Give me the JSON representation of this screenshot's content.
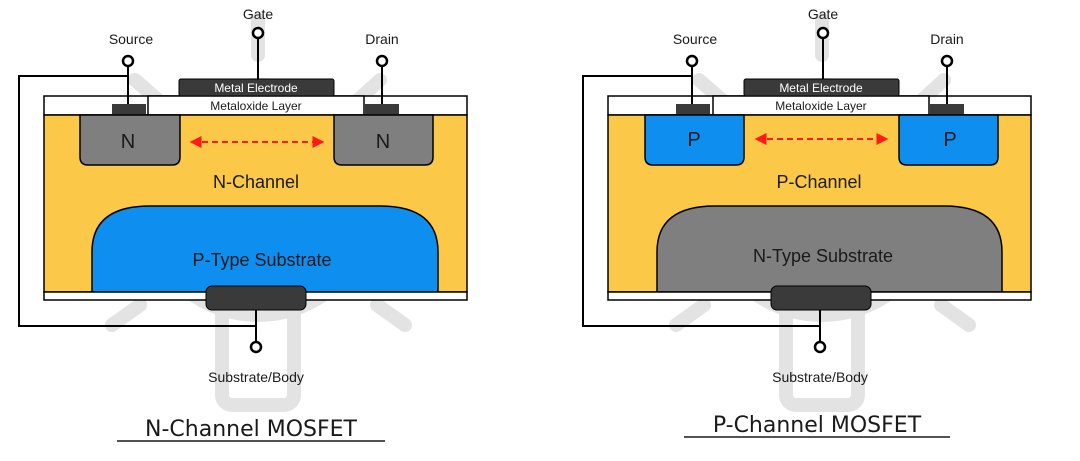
{
  "colors": {
    "channel": "#FBC847",
    "p_region": "#0E8FF0",
    "n_region": "#7F7F7F",
    "electrode": "#3A3A3A",
    "arrow": "#FF1A1A",
    "watermark": "#E3E3E3"
  },
  "diagrams": [
    {
      "terminal_gate": "Gate",
      "terminal_source": "Source",
      "terminal_drain": "Drain",
      "metal_electrode": "Metal Electrode",
      "oxide_layer": "Metaloxide Layer",
      "source_region": "N",
      "drain_region": "N",
      "channel_label": "N-Channel",
      "substrate_label": "P-Type Substrate",
      "body_label": "Substrate/Body",
      "title": "N-Channel MOSFET"
    },
    {
      "terminal_gate": "Gate",
      "terminal_source": "Source",
      "terminal_drain": "Drain",
      "metal_electrode": "Metal Electrode",
      "oxide_layer": "Metaloxide Layer",
      "source_region": "P",
      "drain_region": "P",
      "channel_label": "P-Channel",
      "substrate_label": "N-Type Substrate",
      "body_label": "Substrate/Body",
      "title": "P-Channel MOSFET"
    }
  ]
}
